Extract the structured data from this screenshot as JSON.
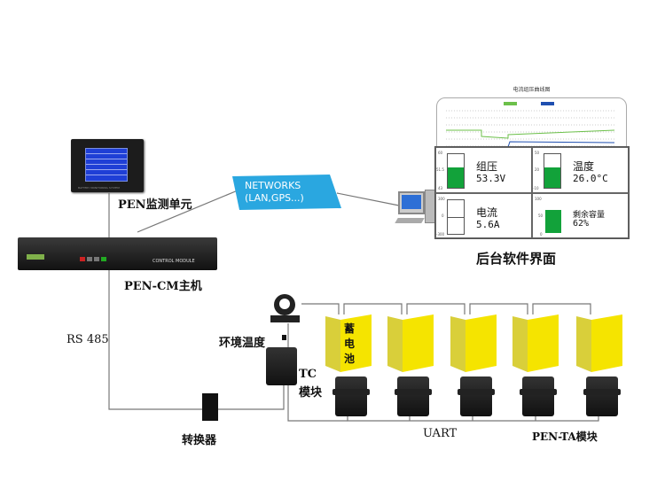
{
  "labels": {
    "monitor_unit": "PEN监测单元",
    "main_unit": "PEN-CM主机",
    "rs485": "RS 485",
    "converter": "转换器",
    "ambient_temp": "环境温度",
    "tc_module": "TC\n模块",
    "tc_line1": "TC",
    "tc_line2": "模块",
    "battery": "蓄电池",
    "uart": "UART",
    "ta_module": "PEN-TA模块",
    "software": "后台软件界面",
    "rack_caption": "CONTROL MODULE"
  },
  "network": {
    "line1": "NETWORKS",
    "line2": "(LAN,GPS...)"
  },
  "software_panel": {
    "chart_title": "电流组压曲线图",
    "series_colors": [
      "#6cc04a",
      "#1f4fb0"
    ],
    "tiles": [
      {
        "name": "组压",
        "value": "53.3V",
        "ticks": [
          "60",
          "51.5",
          "43"
        ],
        "fill": 0.6
      },
      {
        "name": "温度",
        "value": "26.0°C",
        "ticks": [
          "50",
          "20",
          "-10"
        ],
        "fill": 0.6
      },
      {
        "name": "电流",
        "value": "5.6A",
        "ticks": [
          "300",
          "0",
          "-300"
        ],
        "fill": 0
      },
      {
        "name": "剩余容量",
        "value": "62%",
        "ticks": [
          "100",
          "50",
          "0"
        ],
        "fill": 0.62
      }
    ]
  },
  "colors": {
    "battery": "#f5e400",
    "network": "#2aa7e0",
    "gauge": "#12a23a"
  }
}
